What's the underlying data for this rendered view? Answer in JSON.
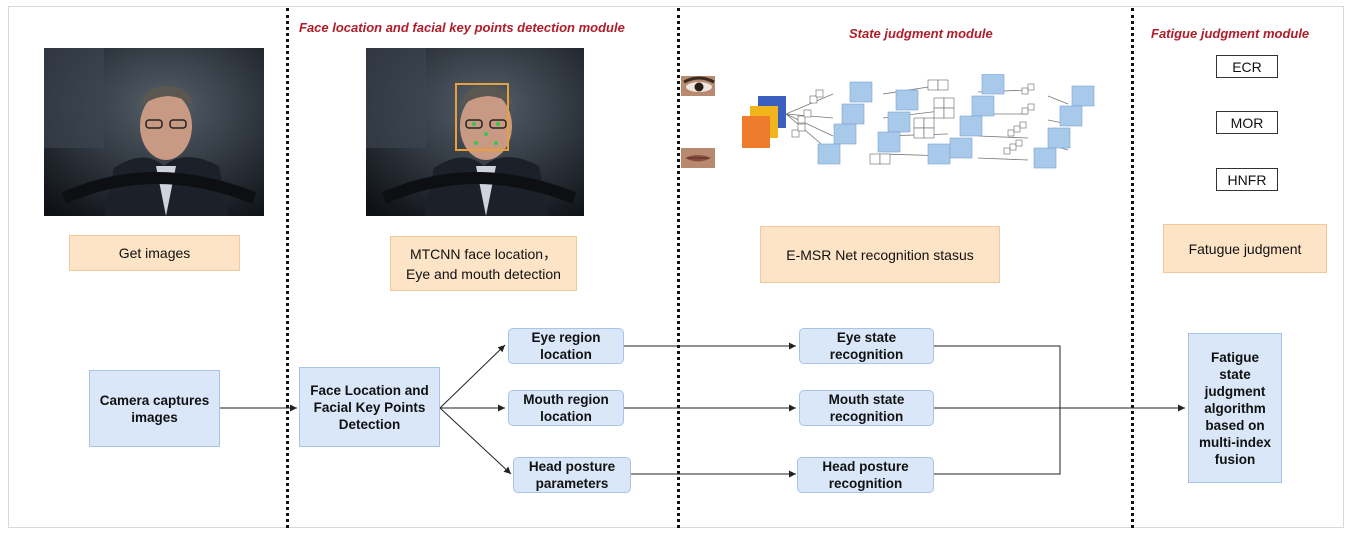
{
  "modules": {
    "face_detection": "Face location and facial key points detection module",
    "state_judgment": "State judgment module",
    "fatigue_judgment": "Fatigue judgment module"
  },
  "top_labels": {
    "get_images": "Get images",
    "mtcnn": "MTCNN face location，\nEye and mouth detection",
    "emsr": "E-MSR Net recognition stasus",
    "fatigue": "Fatugue judgment"
  },
  "indexes": [
    "ECR",
    "MOR",
    "HNFR"
  ],
  "flow": {
    "camera": "Camera captures\nimages",
    "face_loc": "Face Location and\nFacial Key Points\nDetection",
    "eye_region": "Eye region\nlocation",
    "mouth_region": "Mouth region\nlocation",
    "head_posture": "Head posture\nparameters",
    "eye_state": "Eye state\nrecognition",
    "mouth_state": "Mouth state\nrecognition",
    "head_state": "Head posture\nrecognition",
    "final": "Fatigue\nstate\njudgment\nalgorithm\nbased on\nmulti-index\nfusion"
  },
  "colors": {
    "module_title": "#b01c2a",
    "orange_box": "#fde4c6",
    "blue_box": "#dae7f8",
    "face_bbox": "#e8a13a",
    "net_block": "#a9c9ea"
  }
}
